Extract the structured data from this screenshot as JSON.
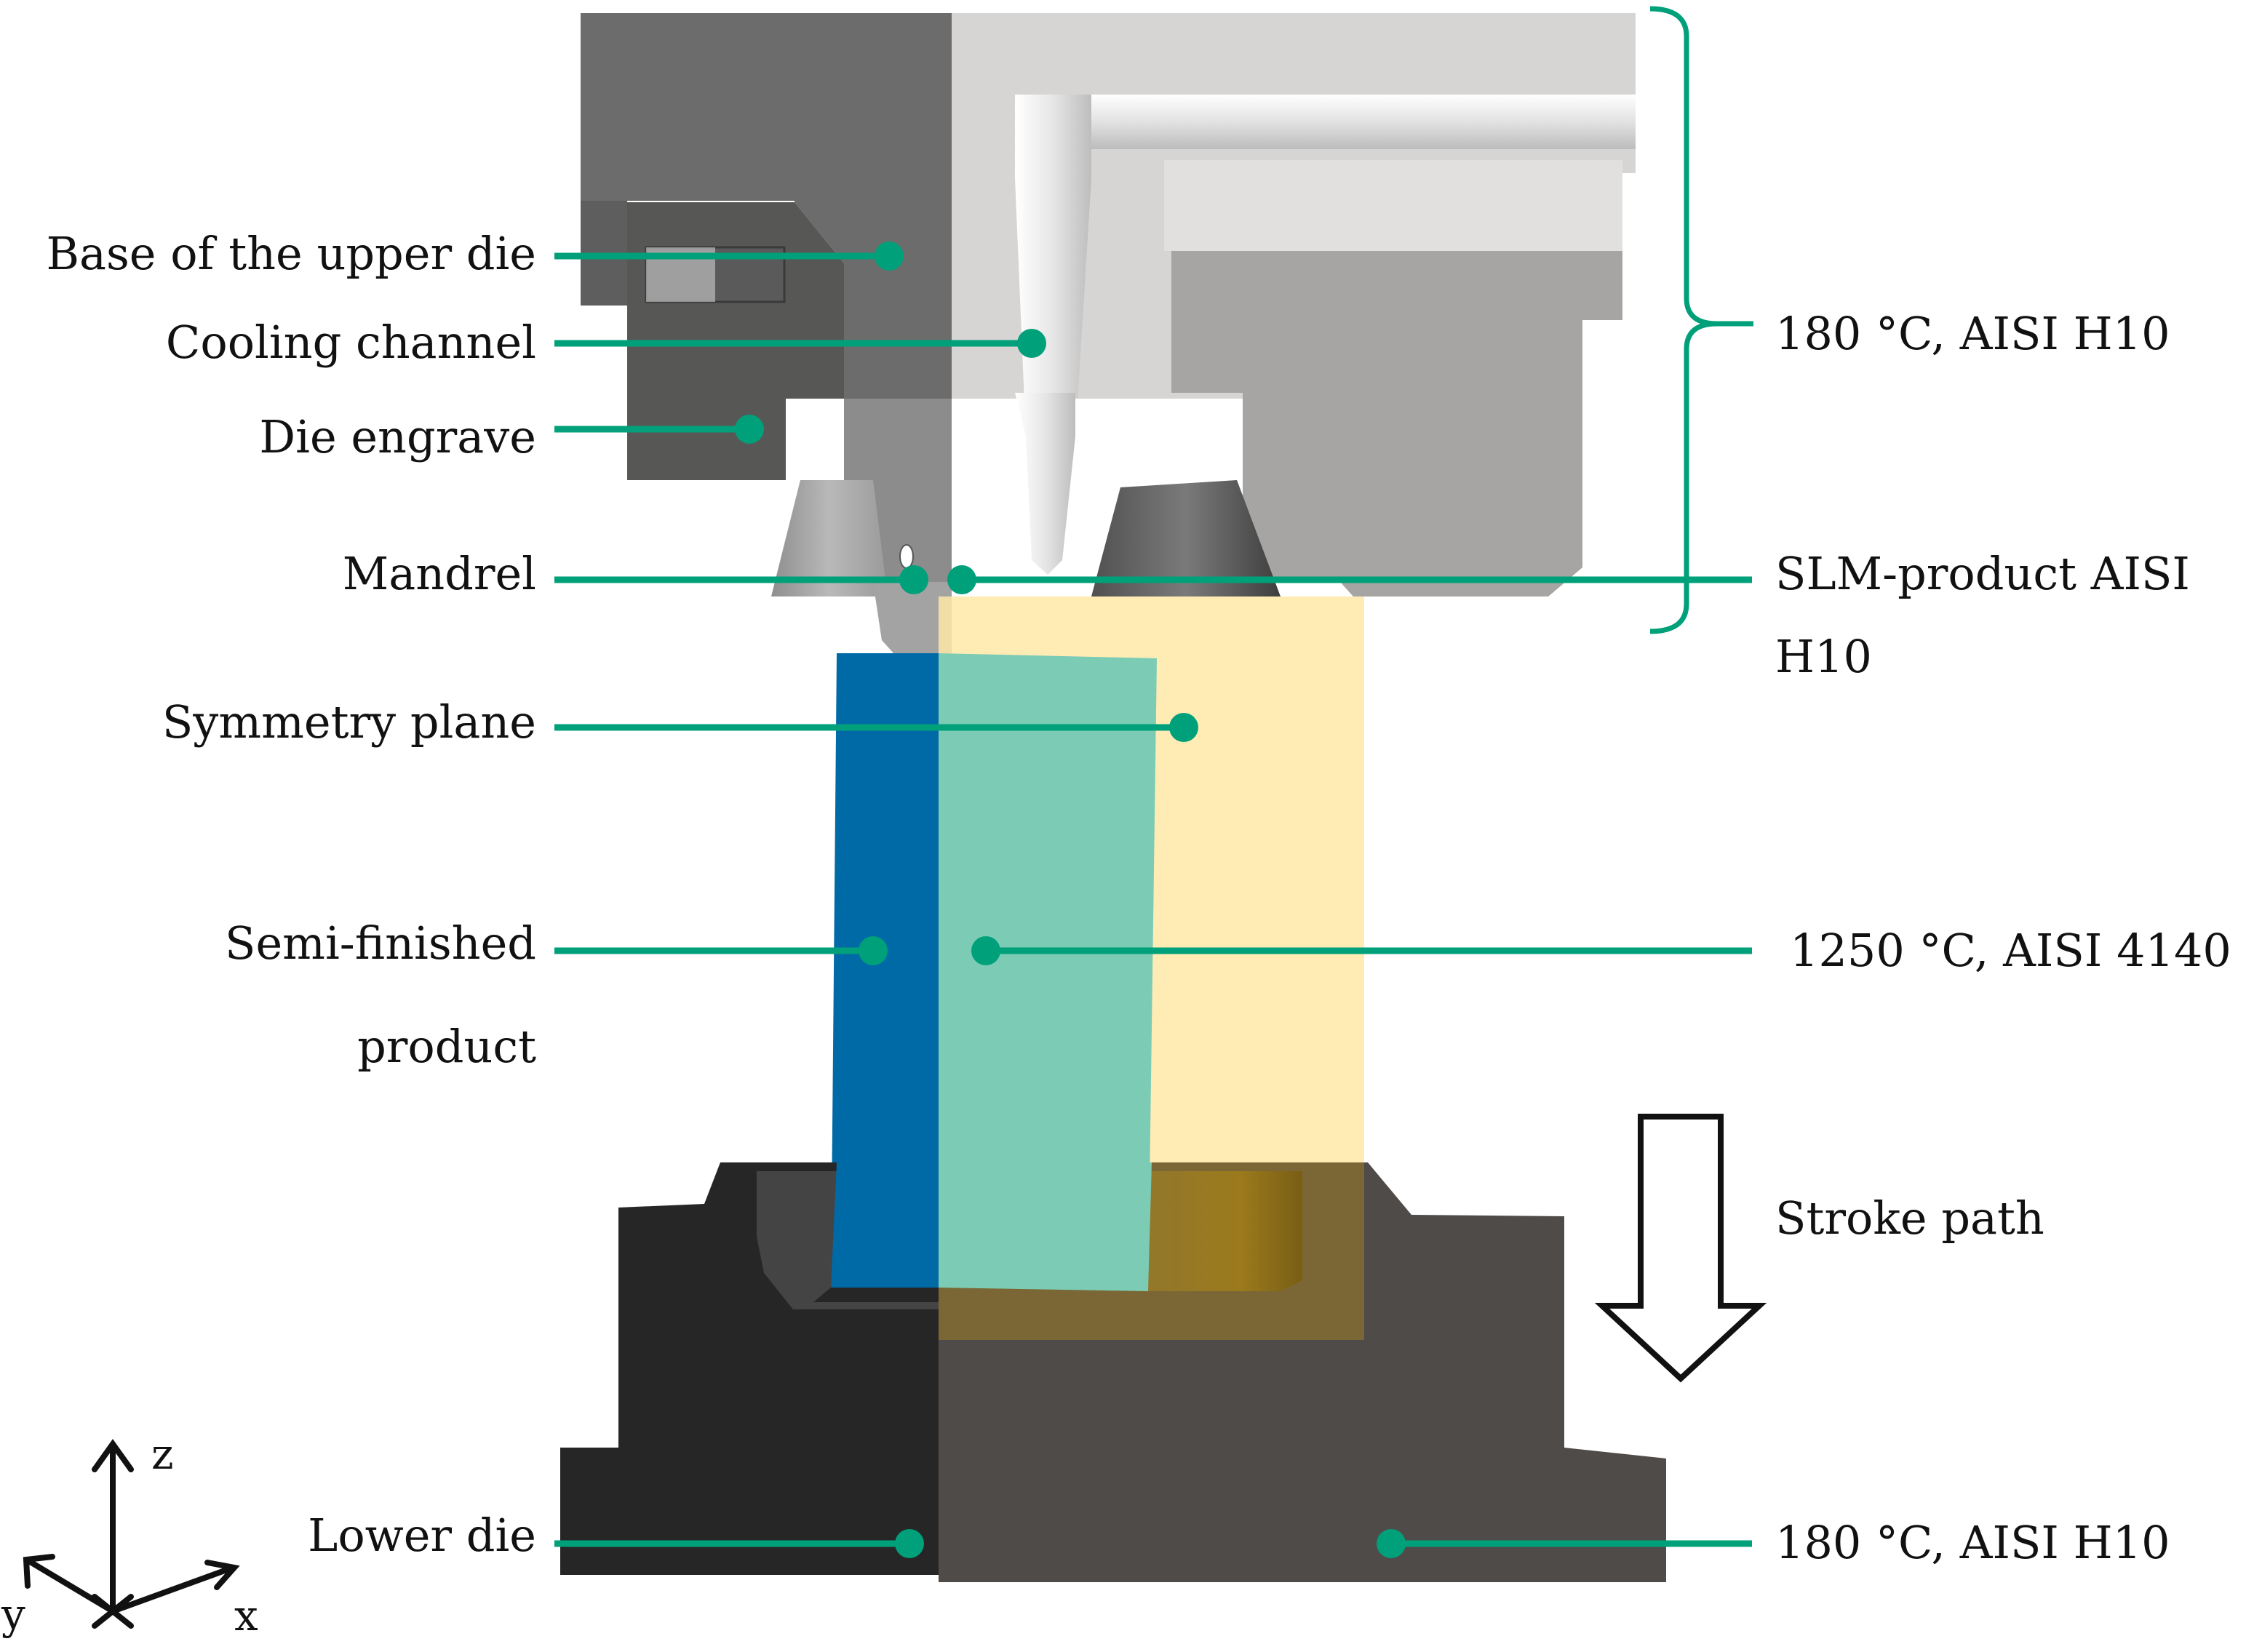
{
  "labels_left": {
    "base_upper_die": "Base of the upper die",
    "cooling_channel": "Cooling channel",
    "die_engrave": "Die engrave",
    "mandrel": "Mandrel",
    "symmetry_plane": "Symmetry plane",
    "semi_finished_line1": "Semi-finished",
    "semi_finished_line2": "product",
    "lower_die": "Lower die"
  },
  "labels_right": {
    "upper_die_temp": "180 °C, AISI H10",
    "slm_line1": "SLM-product AISI",
    "slm_line2": "H10",
    "workpiece_temp": "1250 °C, AISI 4140",
    "stroke_path": "Stroke path",
    "lower_die_temp": "180 °C, AISI H10"
  },
  "axes": {
    "z": "z",
    "y": "y",
    "x": "x"
  },
  "colors": {
    "leader": "#00a07a",
    "workpiece_blue": "#006aa6",
    "workpiece_teal": "#7ccbb4",
    "symmetry_plane": "#ffe9a8",
    "lower_die_dark": "#262626",
    "lower_die_grey": "#4e4b49"
  }
}
